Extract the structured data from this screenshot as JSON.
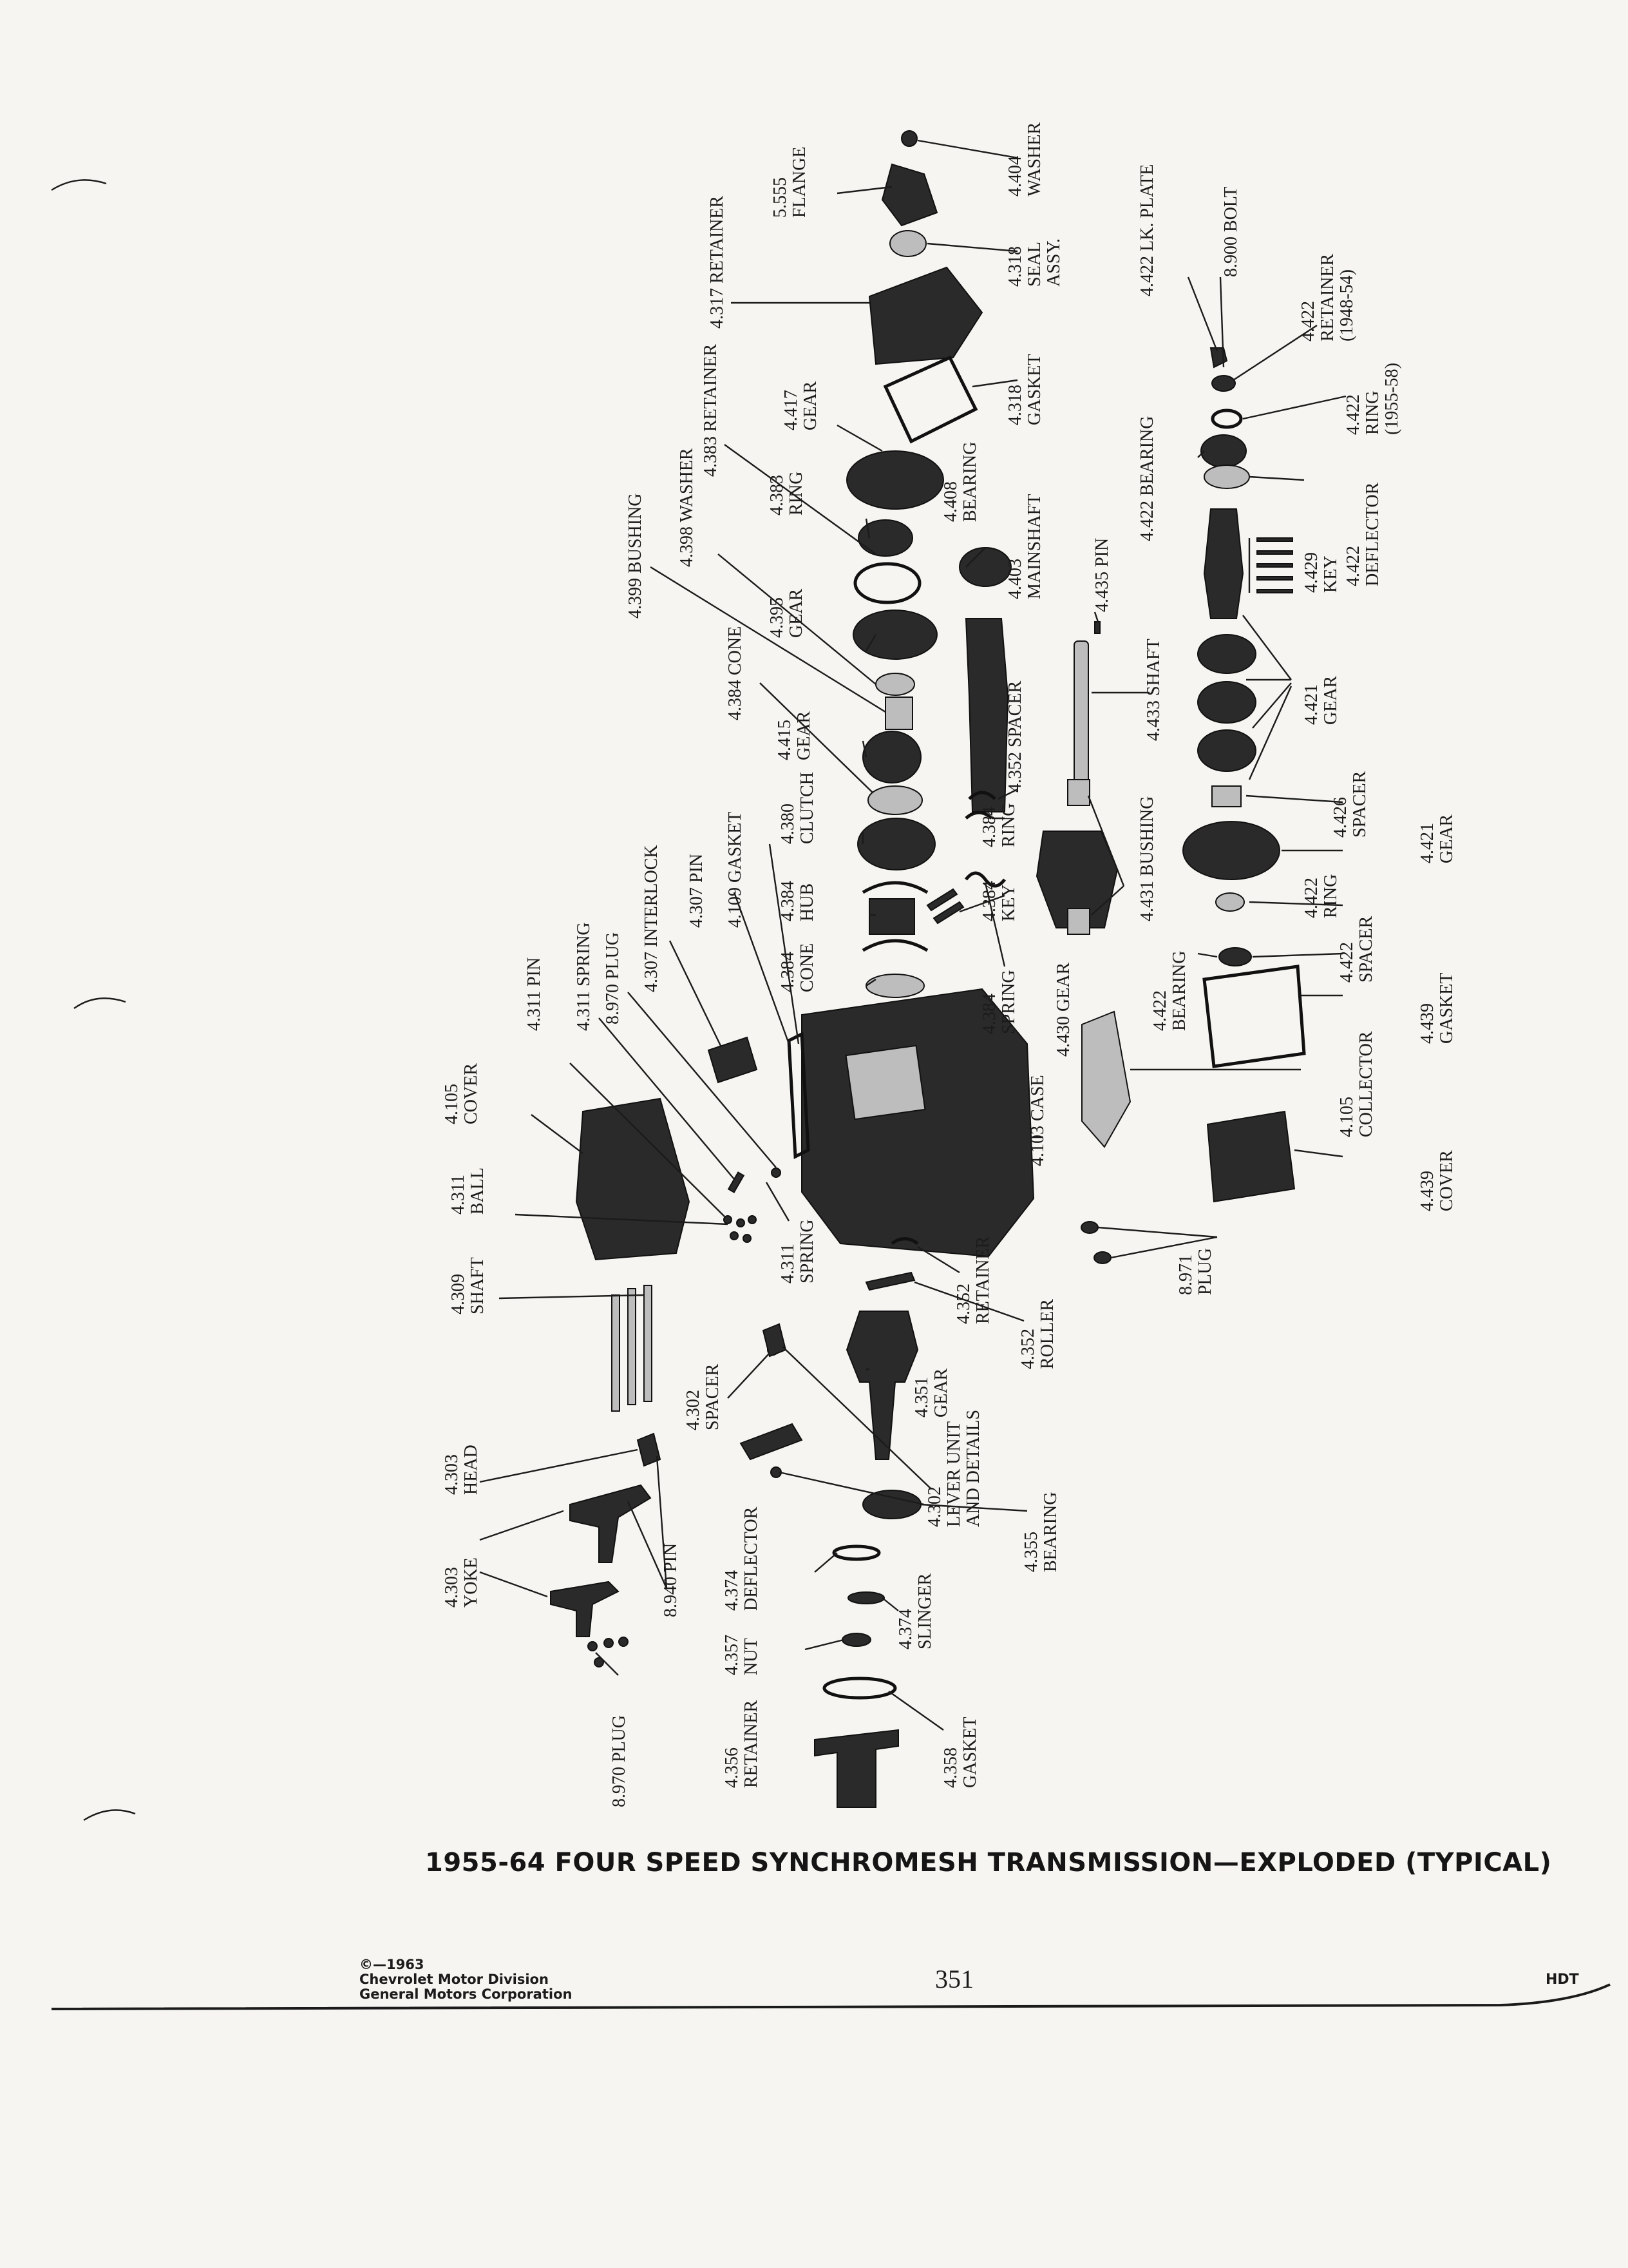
{
  "figure": {
    "caption": "1955-64 FOUR SPEED SYNCHROMESH TRANSMISSION—EXPLODED (TYPICAL)",
    "page_number": "351",
    "copyright": [
      "©—1963",
      "Chevrolet Motor Division",
      "General Motors Corporation"
    ],
    "code": "HDT"
  },
  "labels": [
    {
      "lines": [
        "5.555",
        "FLANGE"
      ]
    },
    {
      "lines": [
        "4.404",
        "WASHER"
      ]
    },
    {
      "lines": [
        "4.318",
        "SEAL",
        "ASSY."
      ]
    },
    {
      "lines": [
        "4.317 RETAINER"
      ]
    },
    {
      "lines": [
        "4.318",
        "GASKET"
      ]
    },
    {
      "lines": [
        "4.417",
        "GEAR"
      ]
    },
    {
      "lines": [
        "4.408",
        "BEARING"
      ]
    },
    {
      "lines": [
        "4.403",
        "MAINSHAFT"
      ]
    },
    {
      "lines": [
        "4.383 RETAINER"
      ]
    },
    {
      "lines": [
        "4.383",
        "RING"
      ]
    },
    {
      "lines": [
        "4.398 WASHER"
      ]
    },
    {
      "lines": [
        "4.399 BUSHING"
      ]
    },
    {
      "lines": [
        "4.395",
        "GEAR"
      ]
    },
    {
      "lines": [
        "4.384 CONE"
      ]
    },
    {
      "lines": [
        "4.415",
        "GEAR"
      ]
    },
    {
      "lines": [
        "4.380",
        "CLUTCH"
      ]
    },
    {
      "lines": [
        "4.384",
        "HUB"
      ]
    },
    {
      "lines": [
        "4.384",
        "CONE"
      ]
    },
    {
      "lines": [
        "4.352 SPACER"
      ]
    },
    {
      "lines": [
        "4.384",
        "RING"
      ]
    },
    {
      "lines": [
        "4.384",
        "KEY"
      ]
    },
    {
      "lines": [
        "4.384",
        "SPRING"
      ]
    },
    {
      "lines": [
        "4.430 GEAR"
      ]
    },
    {
      "lines": [
        "4.109 GASKET"
      ]
    },
    {
      "lines": [
        "4.307 PIN"
      ]
    },
    {
      "lines": [
        "4.307 INTERLOCK"
      ]
    },
    {
      "lines": [
        "8.970 PLUG"
      ]
    },
    {
      "lines": [
        "4.311 SPRING"
      ]
    },
    {
      "lines": [
        "4.311 PIN"
      ]
    },
    {
      "lines": [
        "4.105",
        "COVER"
      ]
    },
    {
      "lines": [
        "4.311",
        "BALL"
      ]
    },
    {
      "lines": [
        "4.309",
        "SHAFT"
      ]
    },
    {
      "lines": [
        "4.311",
        "SPRING"
      ]
    },
    {
      "lines": [
        "4.103 CASE"
      ]
    },
    {
      "lines": [
        "4.352",
        "RETAINER"
      ]
    },
    {
      "lines": [
        "4.352",
        "ROLLER"
      ]
    },
    {
      "lines": [
        "4.351",
        "GEAR"
      ]
    },
    {
      "lines": [
        "4.302",
        "SPACER"
      ]
    },
    {
      "lines": [
        "4.302",
        "LEVER UNIT",
        "AND DETAILS"
      ]
    },
    {
      "lines": [
        "4.303",
        "HEAD"
      ]
    },
    {
      "lines": [
        "4.303",
        "YOKE"
      ]
    },
    {
      "lines": [
        "8.940 PIN"
      ]
    },
    {
      "lines": [
        "4.374",
        "DEFLECTOR"
      ]
    },
    {
      "lines": [
        "4.374",
        "SLINGER"
      ]
    },
    {
      "lines": [
        "4.355",
        "BEARING"
      ]
    },
    {
      "lines": [
        "4.357",
        "NUT"
      ]
    },
    {
      "lines": [
        "8.970 PLUG"
      ]
    },
    {
      "lines": [
        "4.356",
        "RETAINER"
      ]
    },
    {
      "lines": [
        "4.358",
        "GASKET"
      ]
    },
    {
      "lines": [
        "4.422 LK. PLATE"
      ]
    },
    {
      "lines": [
        "8.900 BOLT"
      ]
    },
    {
      "lines": [
        "4.422",
        "RETAINER",
        "(1948-54)"
      ]
    },
    {
      "lines": [
        "4.422",
        "RING",
        "(1955-58)"
      ]
    },
    {
      "lines": [
        "4.422 BEARING"
      ]
    },
    {
      "lines": [
        "4.422",
        "DEFLECTOR"
      ]
    },
    {
      "lines": [
        "4.429",
        "KEY"
      ]
    },
    {
      "lines": [
        "4.435 PIN"
      ]
    },
    {
      "lines": [
        "4.433 SHAFT"
      ]
    },
    {
      "lines": [
        "4.421",
        "GEAR"
      ]
    },
    {
      "lines": [
        "4.426",
        "SPACER"
      ]
    },
    {
      "lines": [
        "4.431 BUSHING"
      ]
    },
    {
      "lines": [
        "4.421",
        "GEAR"
      ]
    },
    {
      "lines": [
        "4.422",
        "RING"
      ]
    },
    {
      "lines": [
        "4.422",
        "BEARING"
      ]
    },
    {
      "lines": [
        "4.422",
        "SPACER"
      ]
    },
    {
      "lines": [
        "4.439",
        "GASKET"
      ]
    },
    {
      "lines": [
        "4.105",
        "COLLECTOR"
      ]
    },
    {
      "lines": [
        "4.439",
        "COVER"
      ]
    },
    {
      "lines": [
        "8.971",
        "PLUG"
      ]
    }
  ]
}
